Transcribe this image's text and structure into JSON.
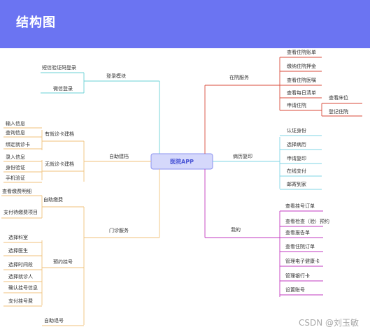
{
  "header": {
    "title": "结构图"
  },
  "watermark": "CSDN @刘玉敏",
  "colors": {
    "header_bg": "#6b74f2",
    "root_fill": "#d5d8fb",
    "root_stroke": "#8b92ef",
    "login_branch": "#69d2d6",
    "self_register_branch": "#f0c27b",
    "outpatient_branch": "#f0c27b",
    "online_branch": "#d84a3a",
    "records_branch": "#7fd4e6",
    "mine_branch": "#c23ac0"
  },
  "mindmap": {
    "root": "医院APP",
    "left": [
      {
        "label": "登录模块",
        "children": [
          {
            "label": "短信验证码登录"
          },
          {
            "label": "微信登录"
          }
        ]
      },
      {
        "label": "自助建档",
        "children": [
          {
            "label": "有就诊卡建档",
            "children": [
              "输入信息",
              "查询信息",
              "绑定就诊卡"
            ]
          },
          {
            "label": "无就诊卡建档",
            "children": [
              "录入信息",
              "身份验证",
              "手机验证"
            ]
          }
        ]
      },
      {
        "label": "门诊服务",
        "children": [
          {
            "label": "自助缴费",
            "children": [
              "查看缴费明细",
              "支付待缴费项目"
            ]
          },
          {
            "label": "预约挂号",
            "children": [
              "选择科室",
              "选择医生",
              "选择时间段",
              "选择就诊人",
              "确认挂号信息",
              "支付挂号费"
            ]
          },
          {
            "label": "自助退号"
          }
        ]
      }
    ],
    "right": [
      {
        "label": "在院服务",
        "children": [
          {
            "label": "查看住院账单"
          },
          {
            "label": "缴纳住院押金"
          },
          {
            "label": "查看住院医嘱"
          },
          {
            "label": "查看每日清单"
          },
          {
            "label": "申请住院",
            "children": [
              "查看床位",
              "登记住院"
            ]
          }
        ]
      },
      {
        "label": "病历复印",
        "children": [
          "认证身份",
          "选择病历",
          "申请复印",
          "在线支付",
          "邮寄到家"
        ]
      },
      {
        "label": "我的",
        "children": [
          "查看挂号订单",
          "查看检查（验）预约",
          "查看报告单",
          "查看住院订单",
          "管理电子健康卡",
          "管理银行卡",
          "设置账号"
        ]
      }
    ]
  }
}
